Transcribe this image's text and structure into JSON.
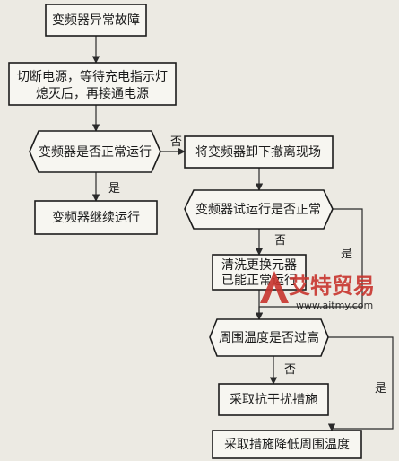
{
  "nodes": {
    "fault": "变频器异常故障",
    "power_cut_line1": "切断电源，等待充电指示灯",
    "power_cut_line2": "熄灭后，再接通电源",
    "check_normal": "变频器是否正常运行",
    "continue_run": "变频器继续运行",
    "remove": "将变频器卸下撤离现场",
    "test_run": "变频器试运行是否正常",
    "clean_line1": "清洗更换元器",
    "clean_line2": "已能正常运行",
    "temp_check": "周围温度是否过高",
    "anti_interference": "采取抗干扰措施",
    "cool_down": "采取措施降低周围温度"
  },
  "edge_labels": {
    "check_no": "否",
    "check_yes": "是",
    "test_no": "否",
    "test_yes": "是",
    "temp_no": "否",
    "temp_yes": "是"
  },
  "watermark": {
    "logo_text": "艾特贸易",
    "url": "www.aitmy.com"
  }
}
